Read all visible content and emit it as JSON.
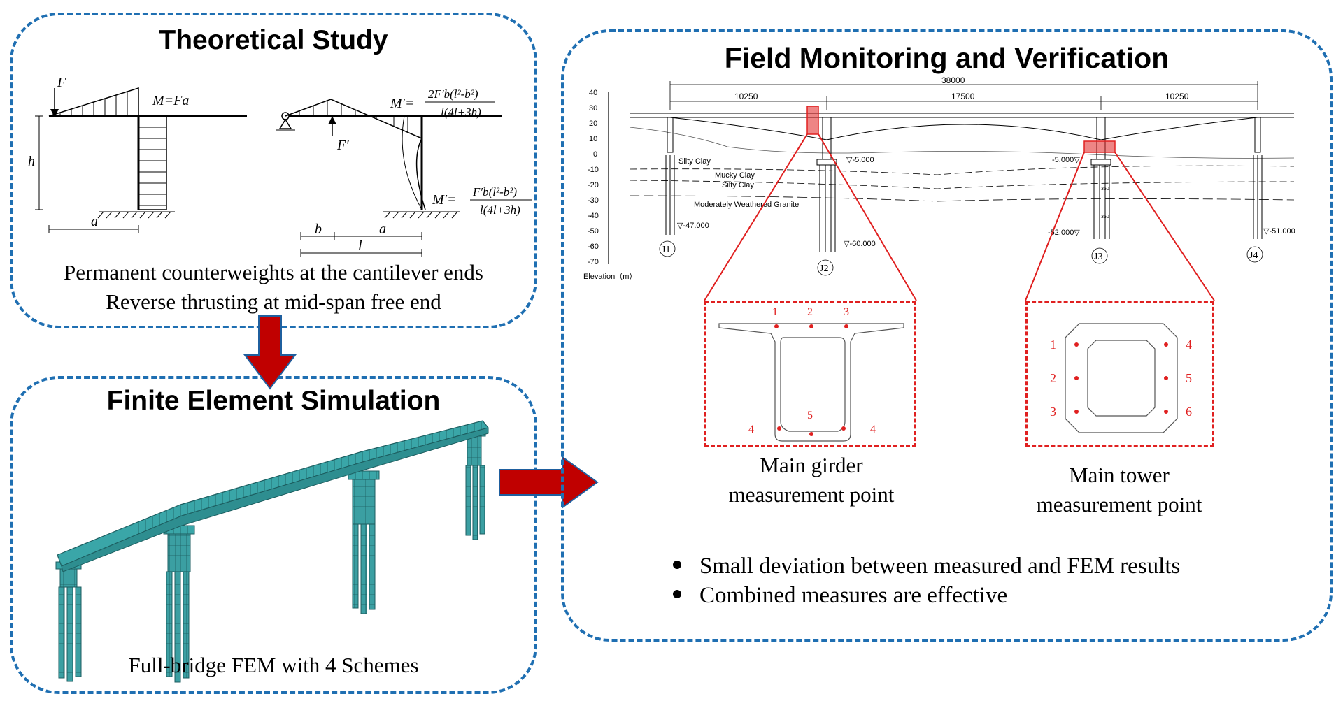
{
  "panels": {
    "theoretical": {
      "title": "Theoretical Study",
      "line1": "Permanent counterweights at the cantilever ends",
      "line2": "Reverse thrusting at mid-span free end",
      "diagram": {
        "F": "F",
        "M_Fa": "M=Fa",
        "h": "h",
        "a1": "a",
        "M_prime": "M′=",
        "num1": "2F′b(l²-b²)",
        "den1": "l(4l+3h)",
        "F_prime": "F′",
        "num2": "F′b(l²-b²)",
        "den2": "l(4l+3h)",
        "b": "b",
        "a2": "a",
        "l": "l"
      }
    },
    "fem": {
      "title": "Finite Element Simulation",
      "caption": "Full-bridge FEM with 4 Schemes"
    },
    "field": {
      "title": "Field Monitoring and Verification",
      "elev": {
        "ticks": [
          "40",
          "30",
          "20",
          "10",
          "0",
          "-10",
          "-20",
          "-30",
          "-40",
          "-50",
          "-60",
          "-70"
        ],
        "axis_label": "Elevation（m）",
        "dim_total": "38000",
        "dim_spans": [
          "10250",
          "17500",
          "10250"
        ],
        "soils": [
          "Silty Clay",
          "Mucky Clay",
          "Silty Clay",
          "Moderately Weathered Granite"
        ],
        "levels": [
          "▽-5.000",
          "-5.000▽",
          "▽-47.000",
          "▽-60.000",
          "-52.000▽",
          "▽-51.000"
        ],
        "small_dims": [
          "350",
          "350"
        ],
        "piers": [
          "J1",
          "J2",
          "J3",
          "J4"
        ]
      },
      "girder": {
        "points": [
          "1",
          "2",
          "3",
          "5",
          "4",
          "4"
        ],
        "caption_l1": "Main girder",
        "caption_l2": "measurement point"
      },
      "tower": {
        "points": [
          "1",
          "2",
          "3",
          "4",
          "5",
          "6"
        ],
        "caption_l1": "Main tower",
        "caption_l2": "measurement point"
      },
      "bullets": [
        "Small deviation between measured and FEM results",
        "Combined measures are effective"
      ]
    }
  },
  "colors": {
    "panel_border": "#1f6fb2",
    "arrow": "#c00000",
    "fem_model": "#3aa6a8",
    "marker": "#e02020"
  }
}
